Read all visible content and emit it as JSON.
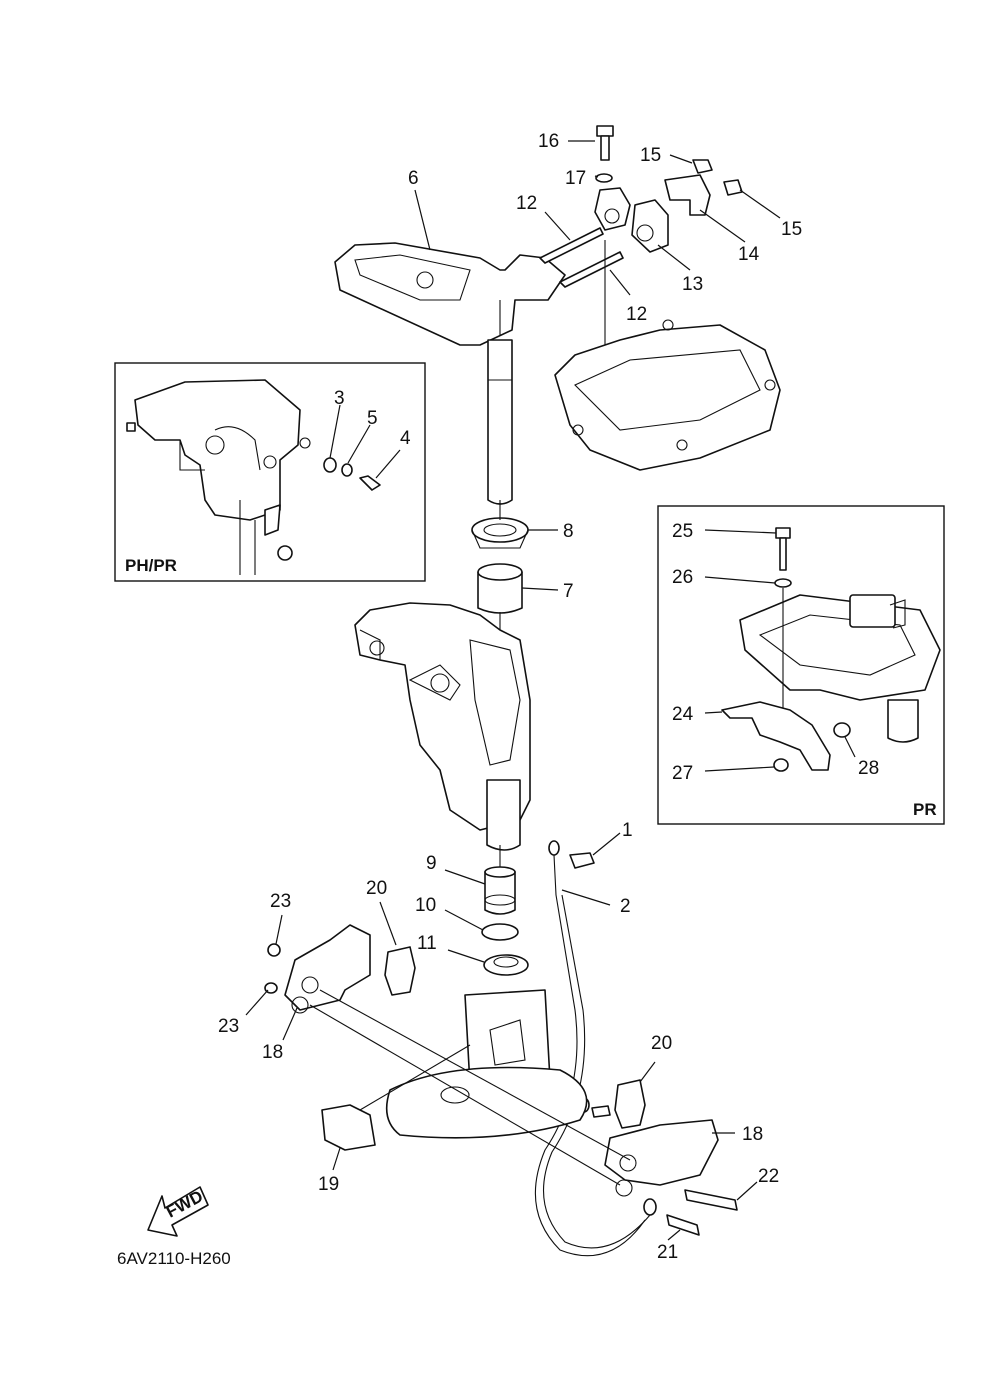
{
  "diagram_code": "6AV2110-H260",
  "fwd_label": "FWD",
  "inset_left_label": "PH/PR",
  "inset_right_label": "PR",
  "callouts": {
    "c1": "1",
    "c2": "2",
    "c3": "3",
    "c4": "4",
    "c5": "5",
    "c6": "6",
    "c7": "7",
    "c8": "8",
    "c9": "9",
    "c10": "10",
    "c11": "11",
    "c12a": "12",
    "c12b": "12",
    "c13": "13",
    "c14": "14",
    "c15a": "15",
    "c15b": "15",
    "c16": "16",
    "c17": "17",
    "c18a": "18",
    "c18b": "18",
    "c19": "19",
    "c20a": "20",
    "c20b": "20",
    "c21": "21",
    "c22": "22",
    "c23a": "23",
    "c23b": "23",
    "c24": "24",
    "c25": "25",
    "c26": "26",
    "c27": "27",
    "c28": "28"
  }
}
